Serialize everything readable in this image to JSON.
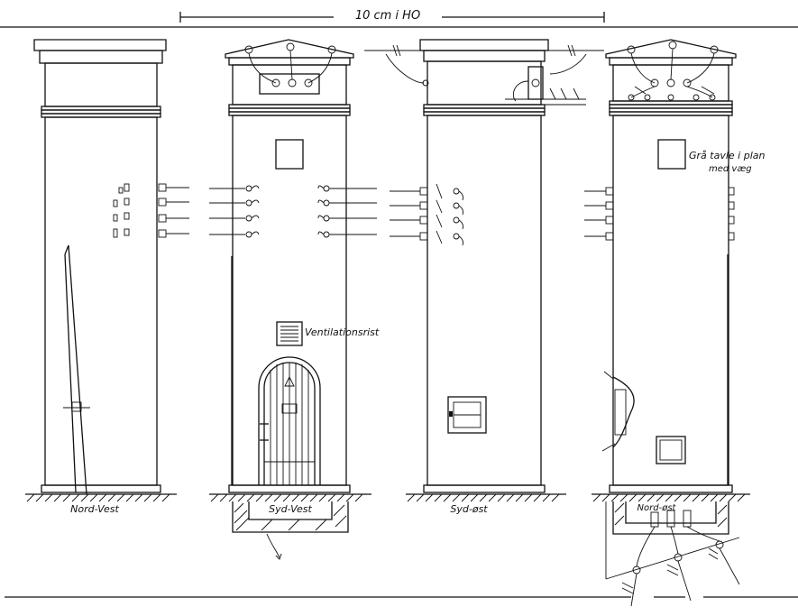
{
  "drawing": {
    "scale_label": "10 cm i HO",
    "views": [
      {
        "id": "nord-vest",
        "label": "Nord-Vest"
      },
      {
        "id": "syd-vest",
        "label": "Syd-Vest"
      },
      {
        "id": "syd-ost",
        "label": "Syd-øst"
      },
      {
        "id": "nord-ost",
        "label": "Nord-øst"
      }
    ],
    "annotations": {
      "ventilation": "Ventilationsrist",
      "panel_line1": "Grå tavle i plan",
      "panel_line2": "med væg"
    }
  }
}
